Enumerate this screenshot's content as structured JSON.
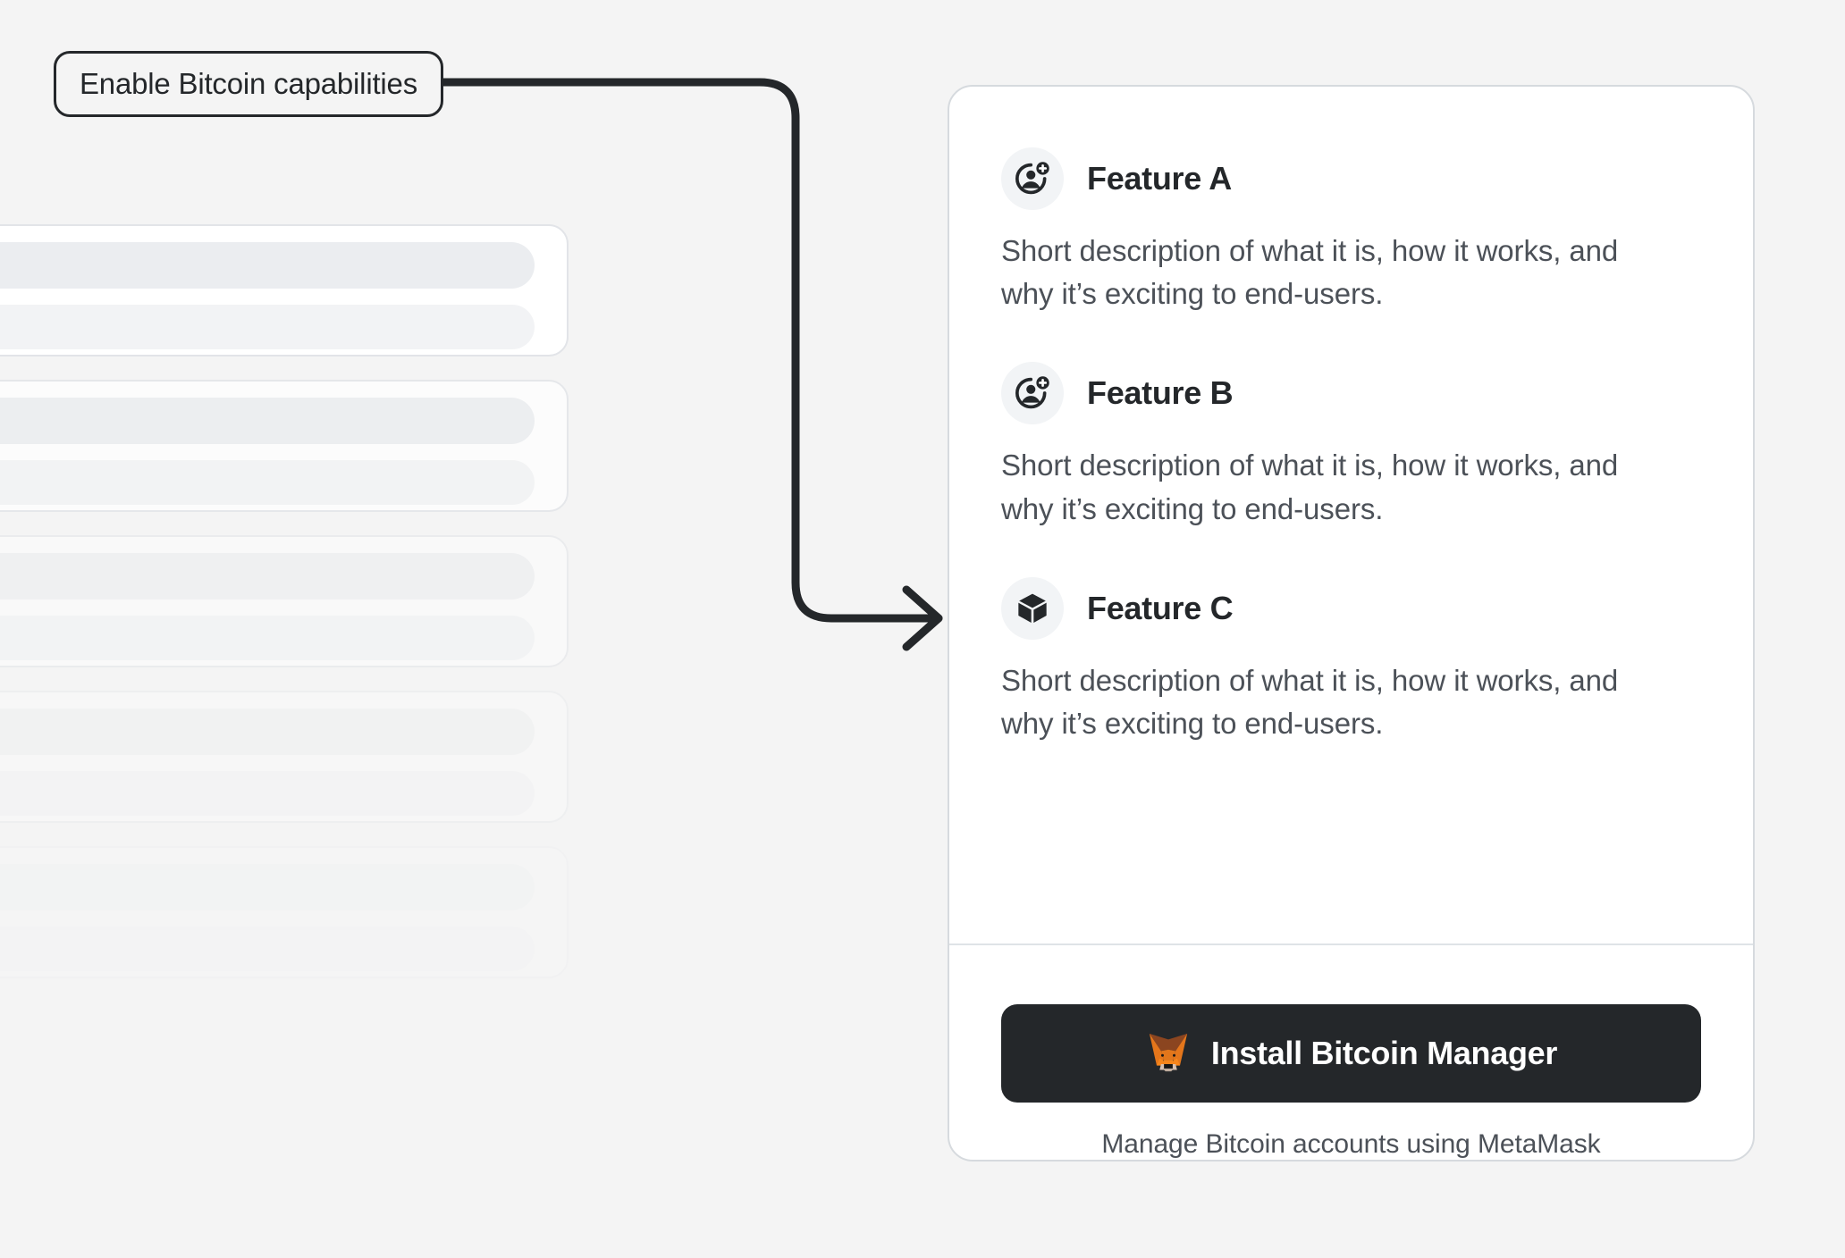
{
  "background": {
    "page_bg": "#f4f4f4",
    "skeleton_cards": [
      {
        "name": "skeleton-card-1"
      },
      {
        "name": "skeleton-card-2"
      },
      {
        "name": "skeleton-card-3"
      },
      {
        "name": "skeleton-card-4"
      },
      {
        "name": "skeleton-card-5"
      }
    ]
  },
  "callout": {
    "label": "Enable Bitcoin capabilities",
    "dot_icon": "connector-dot-icon",
    "arrow_icon": "arrow-right-icon",
    "stroke_color": "#24272a"
  },
  "panel": {
    "features": [
      {
        "icon": "user-plus-icon",
        "title": "Feature A",
        "description": "Short description of what it is, how it works, and why it’s exciting to end-users."
      },
      {
        "icon": "user-plus-icon",
        "title": "Feature B",
        "description": "Short description of what it is, how it works, and why it’s exciting to end-users."
      },
      {
        "icon": "cube-icon",
        "title": "Feature C",
        "description": "Short description of what it is, how it works, and why it’s exciting to end-users."
      }
    ],
    "footer": {
      "button_icon": "metamask-fox-icon",
      "button_label": "Install Bitcoin Manager",
      "button_color": "#24272a",
      "caption": "Manage Bitcoin accounts using MetaMask"
    }
  },
  "colors": {
    "text_primary": "#24272a",
    "text_secondary": "#4c5158",
    "card_border": "#d6dade",
    "icon_bubble": "#f2f4f6",
    "fox_orange": "#e2761b",
    "fox_dark": "#763d16",
    "fox_cream": "#d7c1b3"
  }
}
